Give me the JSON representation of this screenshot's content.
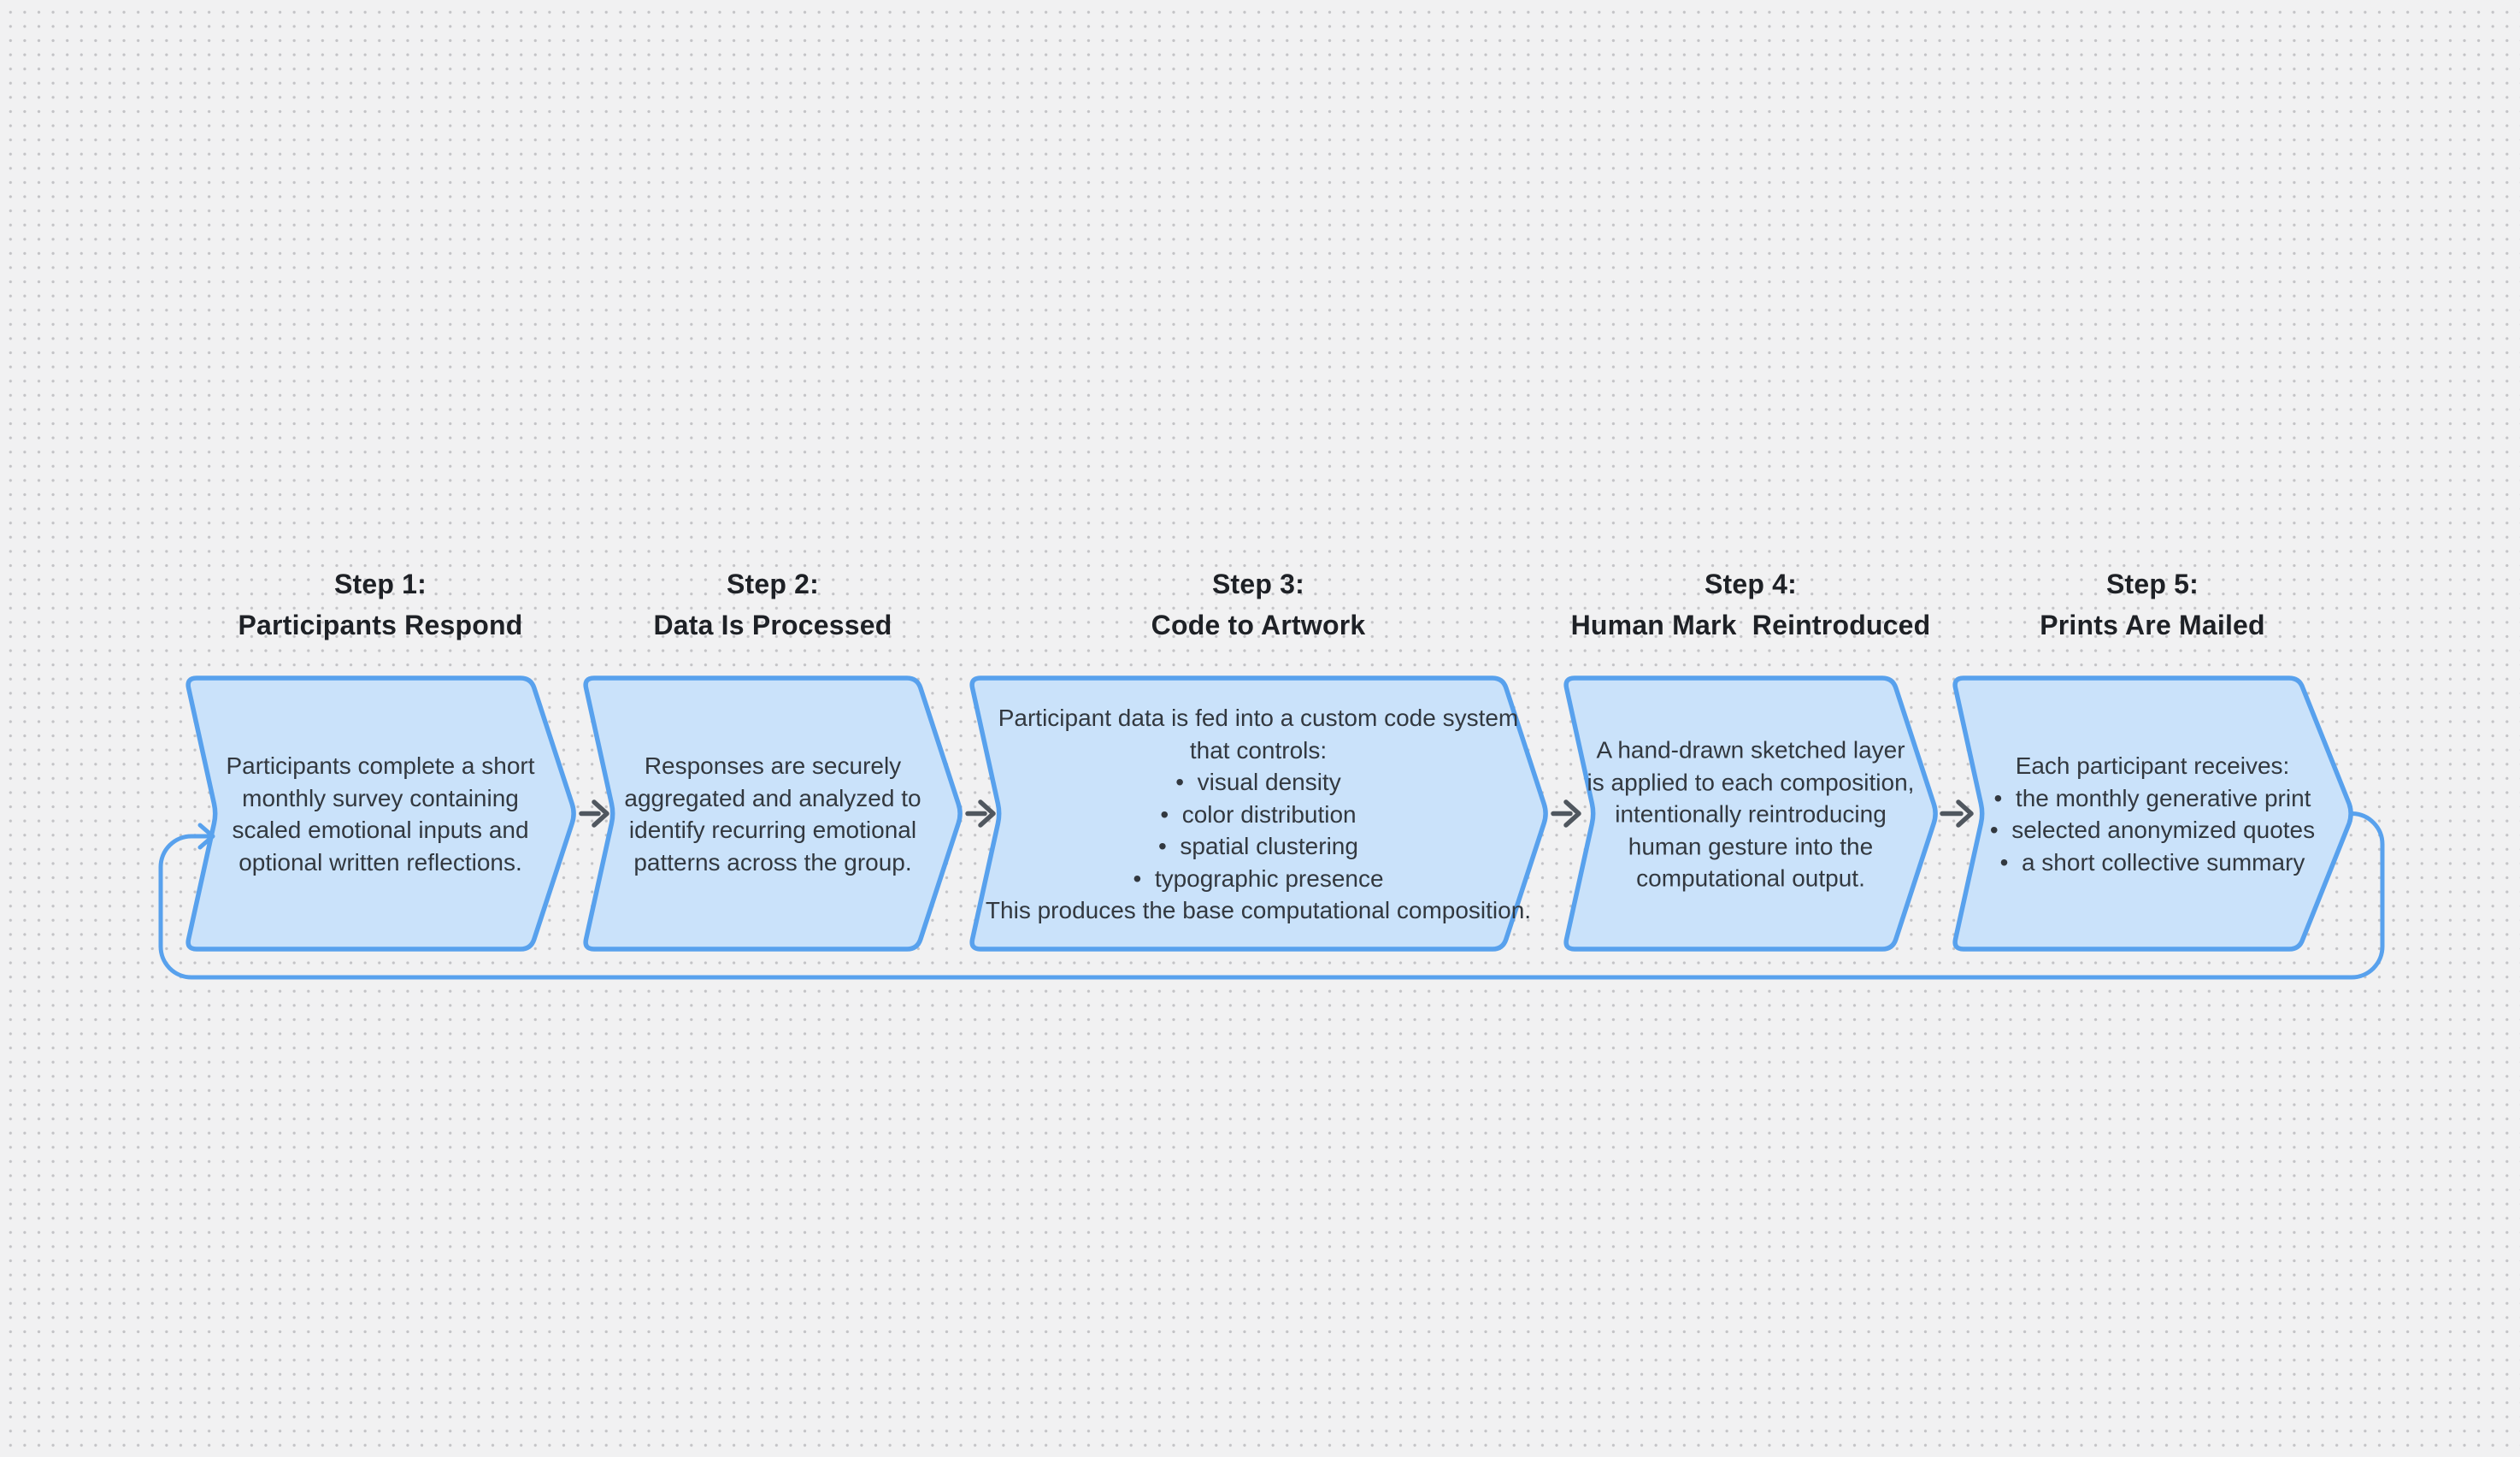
{
  "canvas": {
    "background_color": "#f1f1f2",
    "dot_grid_color": "#c3c3c6"
  },
  "colors": {
    "box_fill": "#cae2fa",
    "box_border": "#58a1ed",
    "connector_arrow": "#50575f",
    "feedback_loop": "#58a1ed",
    "title_text": "#1e2126",
    "body_text": "#32383f"
  },
  "steps": [
    {
      "title": "Step 1:\nParticipants Respond",
      "body": "Participants complete a short\nmonthly survey containing\nscaled emotional inputs and\noptional written reflections."
    },
    {
      "title": "Step 2:\nData Is Processed",
      "body": "Responses are securely\naggregated and analyzed to\nidentify recurring emotional\npatterns across the group."
    },
    {
      "title": "Step 3:\nCode to Artwork",
      "body": "Participant data is fed into a custom code system\nthat controls:\n•  visual density\n•  color distribution\n•  spatial clustering\n•  typographic presence\nThis produces the base computational composition."
    },
    {
      "title": "Step 4:\nHuman Mark  Reintroduced",
      "body": "A hand-drawn sketched layer\nis applied to each composition,\nintentionally reintroducing\nhuman gesture into the\ncomputational output."
    },
    {
      "title": "Step 5:\nPrints Are Mailed",
      "body": "Each participant receives:\n•  the monthly generative print\n•  selected anonymized quotes\n•  a short collective summary"
    }
  ]
}
